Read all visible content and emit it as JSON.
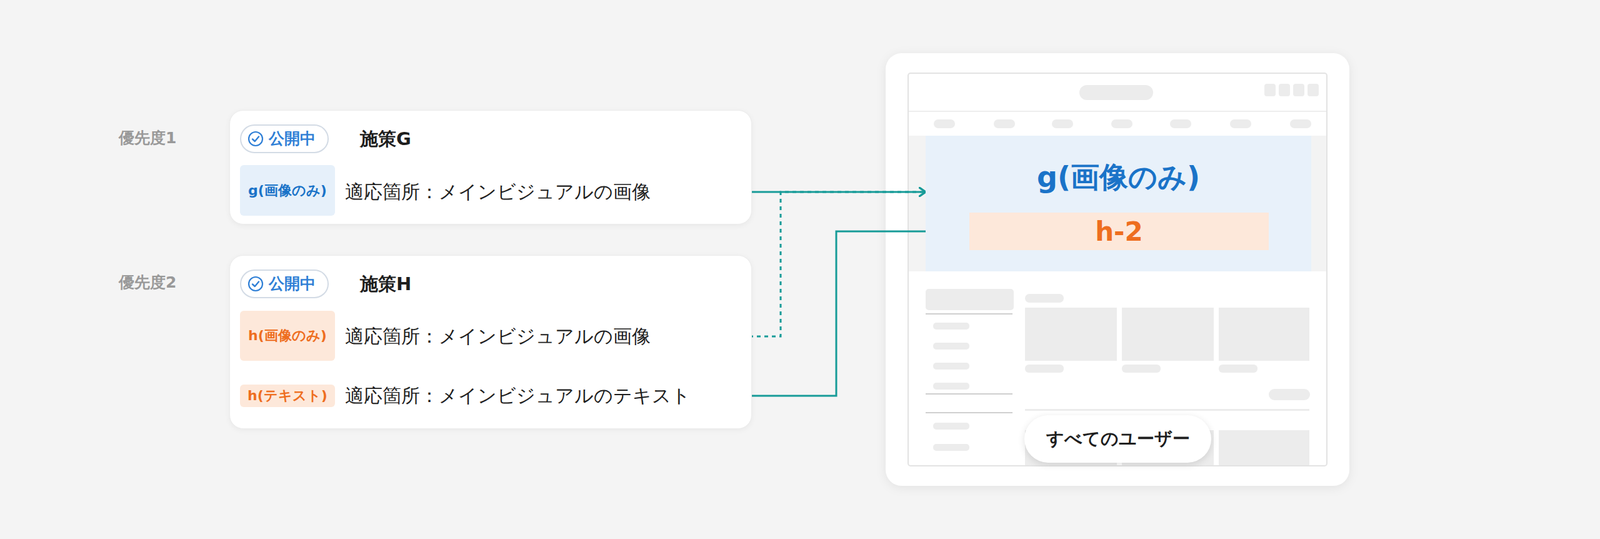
{
  "diagram": {
    "nodes": [
      {
        "text": [
          "施策G"
        ]
      },
      {
        "text": [
          "公開中"
        ],
        "in": 0
      },
      {
        "text": [
          "g(画像のみ)"
        ],
        "in": 0
      },
      {
        "text": [
          "適応箇所：メインビジュアルの画像"
        ],
        "in": 0
      },
      {
        "text": [
          "施策H"
        ]
      },
      {
        "text": [
          "公開中"
        ],
        "in": 4
      },
      {
        "text": [
          "h(画像のみ)"
        ],
        "in": 4
      },
      {
        "text": [
          "適応箇所：メインビジュアルの画像"
        ],
        "in": 4
      },
      {
        "text": [
          "h(テキスト)"
        ],
        "in": 4
      },
      {
        "text": [
          "適応箇所：メインビジュアルのテキスト"
        ],
        "in": 4
      },
      {
        "text": [
          "g(画像のみ)"
        ]
      },
      {
        "text": [
          "h-2"
        ],
        "in": 10
      },
      {
        "text": [
          "すべてのユーザー"
        ]
      }
    ],
    "edges": [
      {
        "from": 3,
        "to": 10,
        "arrow": "to"
      },
      {
        "from": 7,
        "to": 10,
        "arrow": "to"
      },
      {
        "from": 9,
        "to": 11,
        "arrow": "to"
      }
    ],
    "labels": [
      "優先度1",
      "優先度2"
    ]
  }
}
